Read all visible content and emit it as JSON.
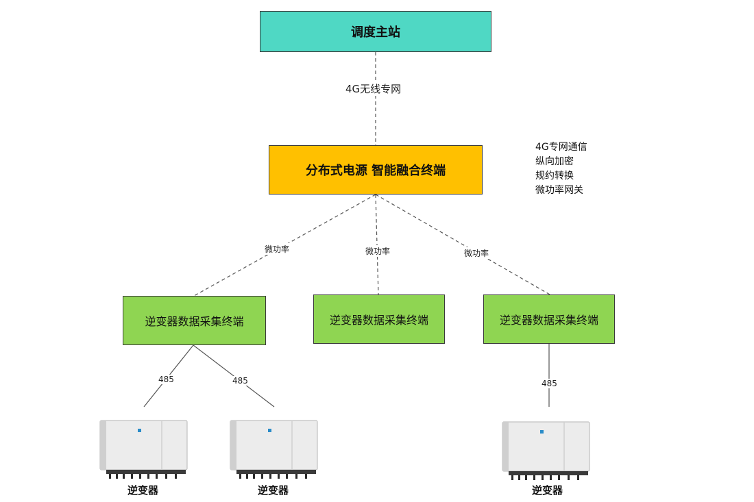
{
  "master_station": {
    "label": "调度主站"
  },
  "uplink_label": "4G无线专网",
  "fusion_terminal": {
    "label": "分布式电源 智能融合终端"
  },
  "features": [
    "4G专网通信",
    "纵向加密",
    "规约转换",
    "微功率网关"
  ],
  "micro_power_labels": [
    "微功率",
    "微功率",
    "微功率"
  ],
  "collectors": [
    {
      "label": "逆变器数据采集终端"
    },
    {
      "label": "逆变器数据采集终端"
    },
    {
      "label": "逆变器数据采集终端"
    }
  ],
  "rs485_labels": [
    "485",
    "485",
    "485"
  ],
  "inverters": [
    {
      "label": "逆变器"
    },
    {
      "label": "逆变器"
    },
    {
      "label": "逆变器"
    }
  ],
  "colors": {
    "master_fill": "#4fd8c4",
    "fusion_fill": "#ffc000",
    "collector_fill": "#8fd552",
    "inverter_body": "#e9e9e9"
  }
}
